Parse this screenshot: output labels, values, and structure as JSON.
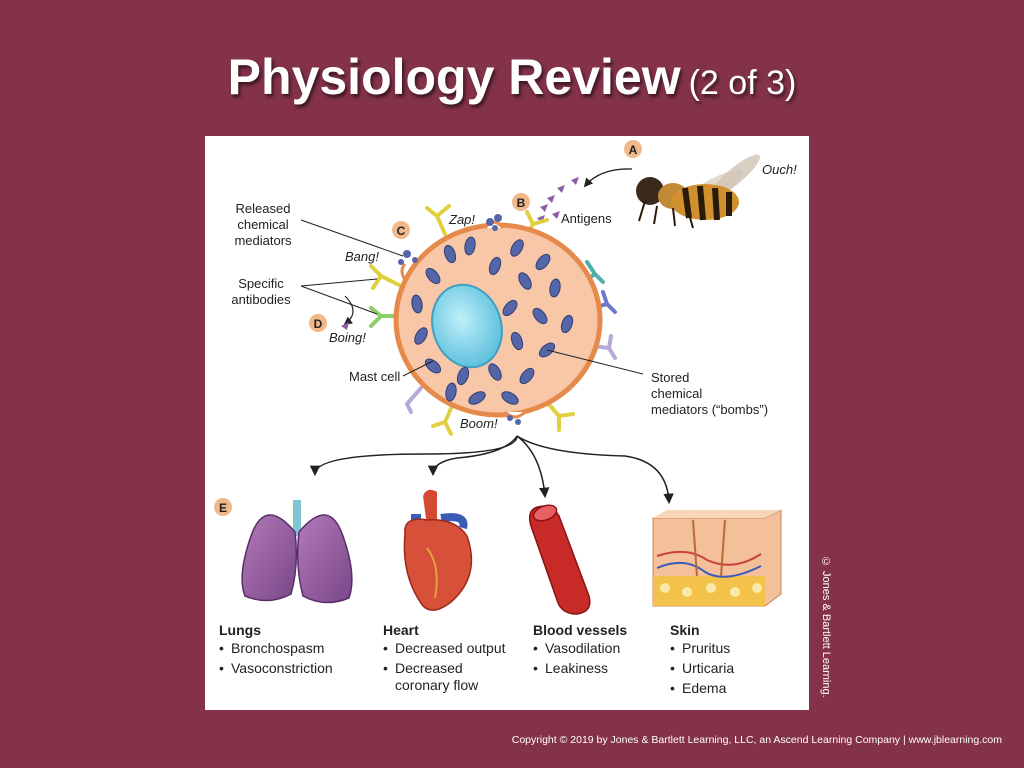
{
  "slide": {
    "title_main": "Physiology Review",
    "title_sub": "(2 of 3)",
    "credit": "© Jones & Bartlett Learning.",
    "copyright": "Copyright © 2019 by Jones & Bartlett Learning, LLC, an Ascend Learning Company | www.jblearning.com"
  },
  "diagram": {
    "markers": {
      "a": "A",
      "b": "B",
      "c": "C",
      "d": "D",
      "e": "E"
    },
    "ouch": "Ouch!",
    "antigens": "Antigens",
    "zap": "Zap!",
    "bang": "Bang!",
    "boing": "Boing!",
    "boom": "Boom!",
    "released": [
      "Released",
      "chemical",
      "mediators"
    ],
    "antibodies": [
      "Specific",
      "antibodies"
    ],
    "mast_cell": "Mast cell",
    "stored": [
      "Stored",
      "chemical",
      "mediators (“bombs”)"
    ],
    "organs": {
      "lungs": {
        "heading": "Lungs",
        "items": [
          "Bronchospasm",
          "Vasoconstriction"
        ]
      },
      "heart": {
        "heading": "Heart",
        "items": [
          "Decreased output",
          "Decreased",
          "coronary flow"
        ]
      },
      "vessels": {
        "heading": "Blood vessels",
        "items": [
          "Vasodilation",
          "Leakiness"
        ]
      },
      "skin": {
        "heading": "Skin",
        "items": [
          "Pruritus",
          "Urticaria",
          "Edema"
        ]
      }
    }
  },
  "colors": {
    "background": "#833248",
    "cell_fill": "#f7c7a8",
    "cell_border": "#e58a4a",
    "nucleus": "#7dd3e8",
    "granule": "#5566a8",
    "marker": "#f1b98a"
  }
}
